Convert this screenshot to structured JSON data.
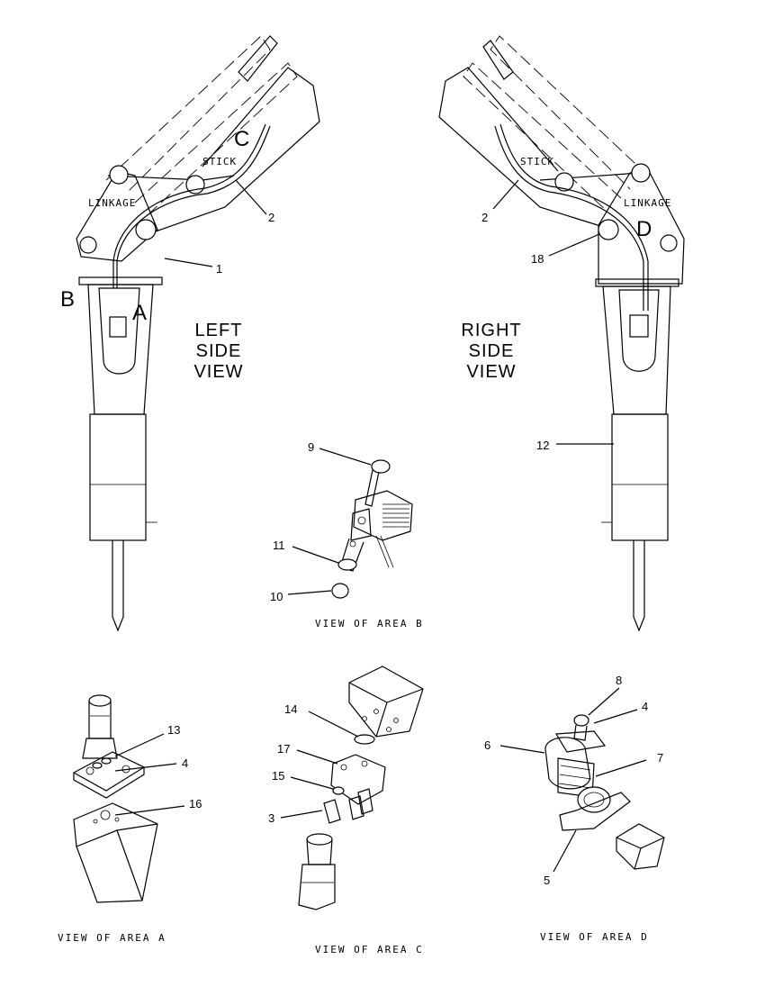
{
  "views": {
    "left_title": [
      "LEFT",
      "SIDE",
      "VIEW"
    ],
    "right_title": [
      "RIGHT",
      "SIDE",
      "VIEW"
    ]
  },
  "labels": {
    "stick_left": "STICK",
    "linkage_left": "LINKAGE",
    "stick_right": "STICK",
    "linkage_right": "LINKAGE"
  },
  "area_letters": {
    "A": "A",
    "B": "B",
    "C": "C",
    "D": "D"
  },
  "captions": {
    "area_a": "VIEW OF AREA A",
    "area_b": "VIEW OF AREA B",
    "area_c": "VIEW OF AREA C",
    "area_d": "VIEW OF AREA D"
  },
  "part_numbers": {
    "left_2": "2",
    "left_1": "1",
    "right_2": "2",
    "right_18": "18",
    "right_12": "12",
    "b_9": "9",
    "b_11": "11",
    "b_10": "10",
    "a_13": "13",
    "a_4": "4",
    "a_16": "16",
    "c_14": "14",
    "c_17": "17",
    "c_15": "15",
    "c_3": "3",
    "d_8": "8",
    "d_4": "4",
    "d_6": "6",
    "d_7": "7",
    "d_5": "5"
  }
}
